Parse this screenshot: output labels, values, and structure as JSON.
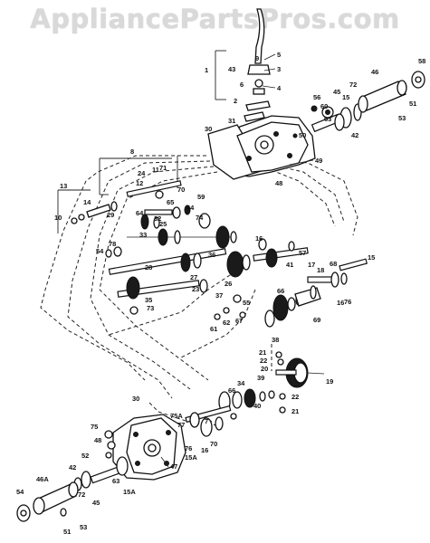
{
  "watermark": "AppliancePartsPros.com",
  "callouts": {
    "n1": "1",
    "n2": "2",
    "n3": "3",
    "n4": "4",
    "n5": "5",
    "n6": "6",
    "n7": "7",
    "n8": "8",
    "n9": "9",
    "n10": "10",
    "n11": "11",
    "n12": "12",
    "n13": "13",
    "n14": "14",
    "n15": "15",
    "n15A": "15A",
    "n16": "16",
    "n17": "17",
    "n18": "18",
    "n19": "19",
    "n20": "20",
    "n21": "21",
    "n22": "22",
    "n23": "23",
    "n24": "24",
    "n25": "25",
    "n26": "26",
    "n27": "27",
    "n28": "28",
    "n29": "29",
    "n30": "30",
    "n31": "31",
    "n32": "32",
    "n33": "33",
    "n34": "34",
    "n35": "35",
    "n36": "36",
    "n37": "37",
    "n38": "38",
    "n39": "39",
    "n40": "40",
    "n41": "41",
    "n42": "42",
    "n43": "43",
    "n44": "44",
    "n45": "45",
    "n46": "46",
    "n46A": "46A",
    "n47": "47",
    "n48": "48",
    "n49": "49",
    "n50": "50",
    "n51": "51",
    "n52": "52",
    "n53": "53",
    "n54": "54",
    "n55": "55",
    "n56": "56",
    "n57": "57",
    "n58": "58",
    "n59": "59",
    "n60": "60",
    "n61": "61",
    "n62": "62",
    "n63": "63",
    "n64": "64",
    "n65": "65",
    "n66": "66",
    "n67": "67",
    "n68": "68",
    "n69": "69",
    "n70": "70",
    "n71": "71",
    "n72": "72",
    "n73": "73",
    "n74": "74",
    "n75": "75",
    "n75A": "75A",
    "n76": "76",
    "n77": "77",
    "n78": "78"
  }
}
